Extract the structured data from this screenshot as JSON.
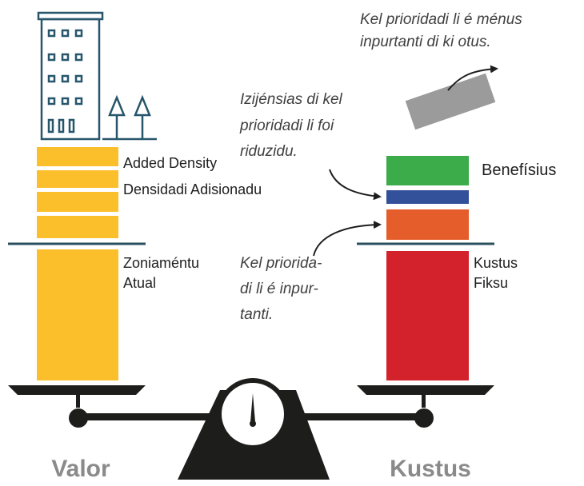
{
  "left_stack": {
    "added_density_label_en": "Added Density",
    "added_density_label_pt": "Densidadi Adisionadu",
    "current_zoning_label_line1": "Zoniaméntu",
    "current_zoning_label_line2": "Atual"
  },
  "right_stack": {
    "benefits_label": "Benefísius",
    "fixed_costs_label_line1": "Kustus",
    "fixed_costs_label_line2": "Fiksu"
  },
  "notes": {
    "less_important": [
      "Kel prioridadi li é ménus",
      "inpurtanti di ki otus."
    ],
    "reduced": [
      "Izijénsias di kel",
      "prioridadi li foi",
      "riduzidu."
    ],
    "important": [
      "Kel priorida-",
      "di li é inpur-",
      "tanti."
    ]
  },
  "scale": {
    "left_caption": "Valor",
    "right_caption": "Kustus"
  },
  "colors": {
    "building": "#27566b",
    "yellow": "#fbbf2c",
    "green": "#3cab4a",
    "blue": "#33509a",
    "orange": "#e55d2b",
    "red": "#d3222b",
    "gray_block": "#9b9b9b",
    "scale": "#1d1d1b",
    "shelf_line": "#2a4f5f"
  },
  "icons": [
    "building-icon",
    "tree-icon",
    "tree-icon",
    "gauge-icon",
    "arrow-icon"
  ]
}
